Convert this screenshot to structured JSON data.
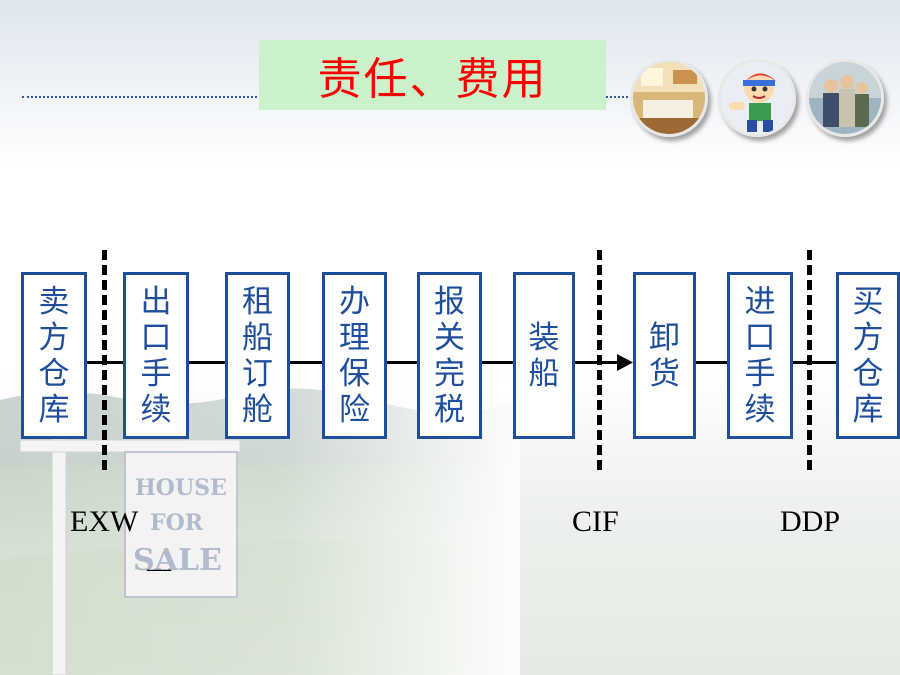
{
  "title": "责任、费用",
  "steps": [
    "卖方仓库",
    "出口手续",
    "租船订舱",
    "办理保险",
    "报关完税",
    "装船",
    "卸货",
    "进口手续",
    "买方仓库"
  ],
  "terms": {
    "exw": "EXW",
    "cif": "CIF",
    "ddp": "DDP"
  },
  "decor": {
    "underscore": "—",
    "sign_text": [
      "HOUSE",
      "FOR",
      "SALE"
    ]
  },
  "colors": {
    "title_text": "#ff0000",
    "title_bg": "#ccf2cc",
    "box_border": "#1f4e9c",
    "box_text": "#1f4e9c"
  },
  "icons": [
    "living-room-photo",
    "cartoon-boy-photo",
    "family-photo"
  ]
}
